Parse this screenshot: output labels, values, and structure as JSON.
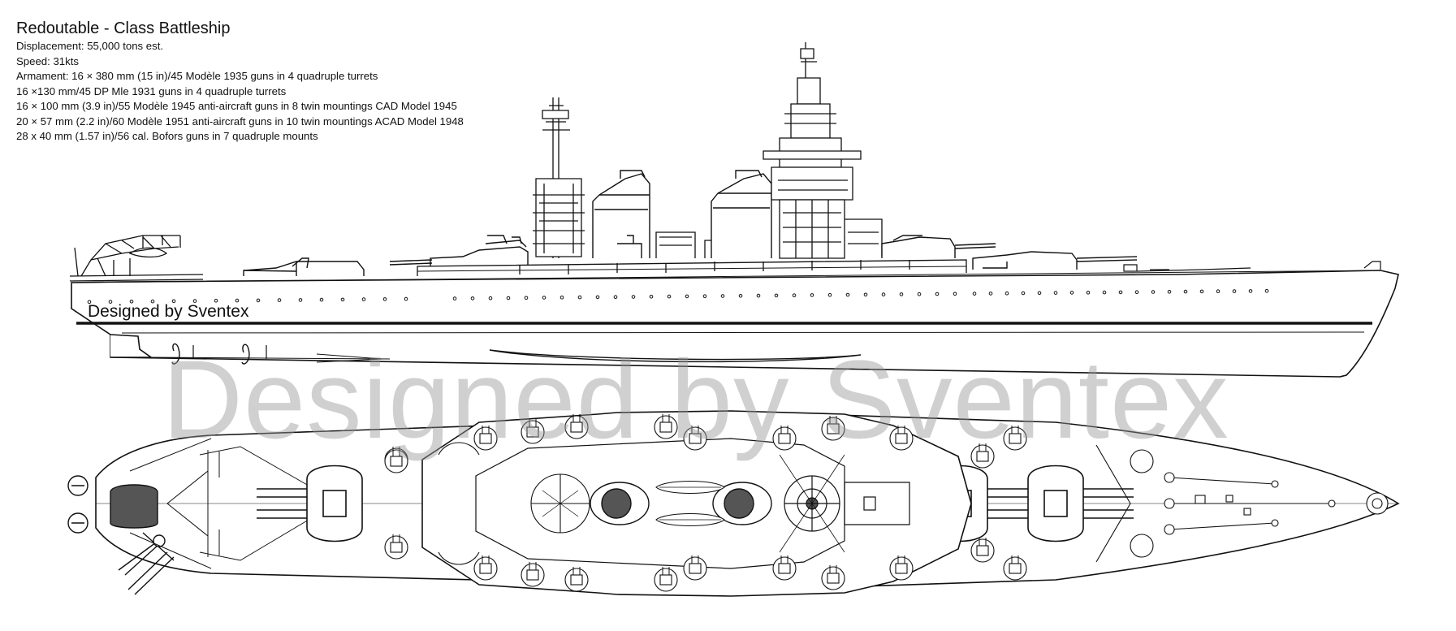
{
  "specs": {
    "title": "Redoutable - Class Battleship",
    "lines": [
      "Displacement: 55,000 tons est.",
      "Speed: 31kts",
      "Armament:  16 × 380 mm (15 in)/45 Modèle 1935 guns in 4 quadruple turrets",
      "16 ×130 mm/45 DP Mle 1931 guns in 4 quadruple turrets",
      "16 × 100 mm (3.9 in)/55 Modèle 1945 anti-aircraft guns in 8 twin mountings CAD Model 1945",
      "20 × 57 mm (2.2 in)/60 Modèle 1951 anti-aircraft guns in 10 twin mountings ACAD Model 1948",
      "28 x 40 mm (1.57 in)/56 cal. Bofors guns in 7 quadruple mounts"
    ]
  },
  "signature": "Designed by Sventex",
  "watermark": "Designed by Sventex",
  "colors": {
    "line": "#111111",
    "hull_fill": "#ffffff",
    "funnel_cap": "#555555",
    "watermark": "#999999"
  }
}
